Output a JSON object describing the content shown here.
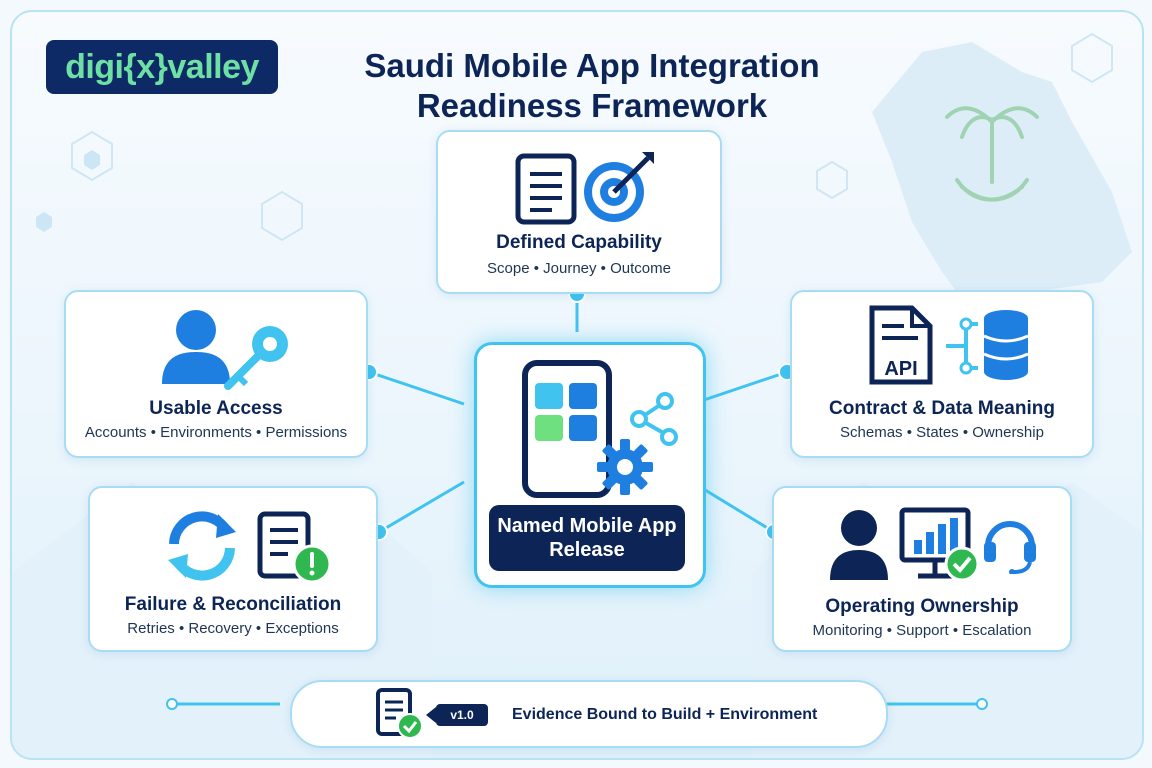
{
  "logo": {
    "text": "digi{x}valley"
  },
  "title": {
    "line1": "Saudi Mobile App Integration",
    "line2": "Readiness Framework"
  },
  "center": {
    "label": "Named Mobile App Release"
  },
  "cards": [
    {
      "id": "defined-capability",
      "title": "Defined Capability",
      "subtitle": "Scope • Journey • Outcome"
    },
    {
      "id": "usable-access",
      "title": "Usable Access",
      "subtitle": "Accounts • Environments • Permissions"
    },
    {
      "id": "contract-data-meaning",
      "title": "Contract & Data Meaning",
      "subtitle": "Schemas • States • Ownership"
    },
    {
      "id": "failure-reconciliation",
      "title": "Failure & Reconciliation",
      "subtitle": "Retries • Recovery • Exceptions"
    },
    {
      "id": "operating-ownership",
      "title": "Operating Ownership",
      "subtitle": "Monitoring • Support • Escalation"
    }
  ],
  "icons": {
    "api_label": "API",
    "defined-capability": [
      "document-icon",
      "target-icon"
    ],
    "usable-access": [
      "user-icon",
      "key-icon"
    ],
    "contract-data-meaning": [
      "api-document-icon",
      "database-icon"
    ],
    "failure-reconciliation": [
      "refresh-icon",
      "alert-document-icon"
    ],
    "operating-ownership": [
      "user-icon",
      "chart-monitor-icon",
      "headset-icon"
    ],
    "center": [
      "smartphone-icon",
      "gear-icon",
      "share-icon"
    ],
    "bottom": [
      "checked-document-icon",
      "version-tag-icon"
    ],
    "background": [
      "saudi-map-icon",
      "palm-swords-emblem-icon"
    ]
  },
  "evidence": {
    "version": "v1.0",
    "label": "Evidence Bound to Build + Environment"
  },
  "colors": {
    "navy": "#0d2556",
    "accent": "#41c3f0",
    "blue": "#1f7fe0",
    "green": "#2eb84f"
  }
}
